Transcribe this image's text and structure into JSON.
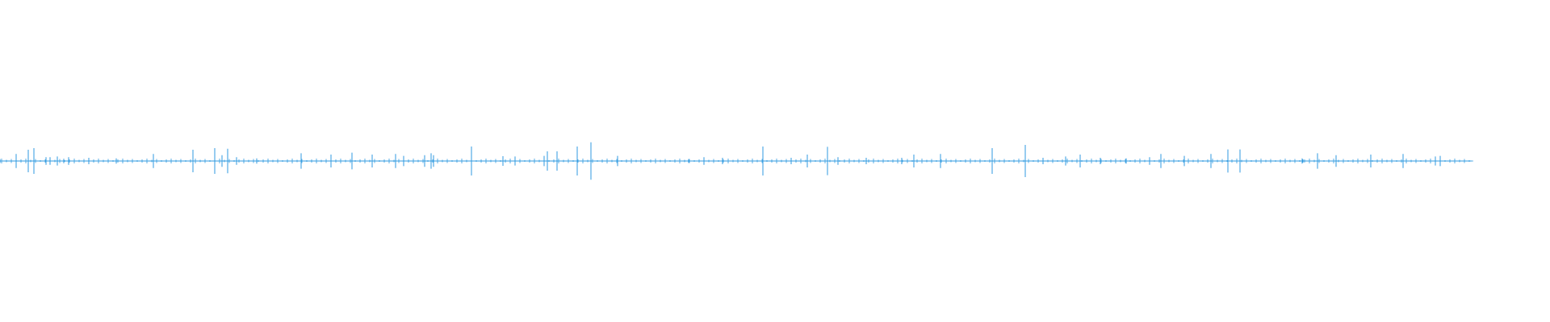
{
  "chart_data": {
    "type": "line",
    "title": "",
    "xlabel": "",
    "ylabel": "",
    "legend": "none",
    "grid": false,
    "axes_visible": false,
    "colors": {
      "waveform": "#2f9ae0",
      "background": "#ffffff"
    },
    "ylim": [
      -1,
      1
    ],
    "x_extent": 1823,
    "series": [
      {
        "x": [
          0,
          20,
          35,
          42,
          57,
          62,
          71,
          79,
          85,
          110,
          144,
          190,
          239,
          266,
          275,
          282,
          293,
          318,
          373,
          410,
          436,
          461,
          490,
          500,
          526,
          534,
          537,
          584,
          623,
          638,
          674,
          678,
          690,
          715,
          732,
          765,
          853,
          872,
          895,
          945,
          980,
          1000,
          1025,
          1038,
          1073,
          1117,
          1132,
          1165,
          1229,
          1270,
          1292,
          1320,
          1338,
          1363,
          1395,
          1424,
          1438,
          1467,
          1500,
          1521,
          1536,
          1613,
          1614,
          1632,
          1655,
          1698,
          1738,
          1778,
          1784,
          1824
        ],
        "amp": [
          0.06,
          0.22,
          0.35,
          0.4,
          0.12,
          0.12,
          0.14,
          0.07,
          0.12,
          0.1,
          0.08,
          0.22,
          0.35,
          0.4,
          0.18,
          0.38,
          0.12,
          0.08,
          0.24,
          0.2,
          0.26,
          0.2,
          0.22,
          0.16,
          0.18,
          0.24,
          0.18,
          0.45,
          0.15,
          0.14,
          0.16,
          0.3,
          0.3,
          0.45,
          0.58,
          0.16,
          0.06,
          0.12,
          0.1,
          0.45,
          0.1,
          0.2,
          0.44,
          0.12,
          0.1,
          0.1,
          0.2,
          0.22,
          0.4,
          0.5,
          0.1,
          0.14,
          0.2,
          0.1,
          0.08,
          0.12,
          0.22,
          0.16,
          0.22,
          0.36,
          0.36,
          0.08,
          0.05,
          0.24,
          0.18,
          0.2,
          0.22,
          0.14,
          0.16,
          0.02
        ]
      }
    ]
  }
}
